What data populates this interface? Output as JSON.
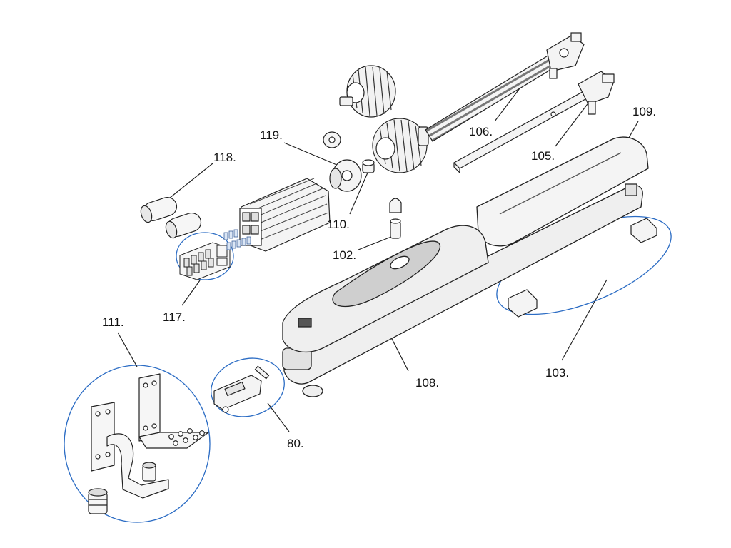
{
  "callouts": {
    "c111": "111.",
    "c118": "118.",
    "c119": "119.",
    "c117": "117.",
    "c110": "110.",
    "c102": "102.",
    "c106": "106.",
    "c105": "105.",
    "c109": "109.",
    "c108": "108.",
    "c103": "103.",
    "c80": "80."
  },
  "colors": {
    "line": "#222222",
    "highlight_ellipse": "#2b6cc4",
    "body_fill": "#ececec",
    "dark_panel": "#cfcfcf"
  }
}
